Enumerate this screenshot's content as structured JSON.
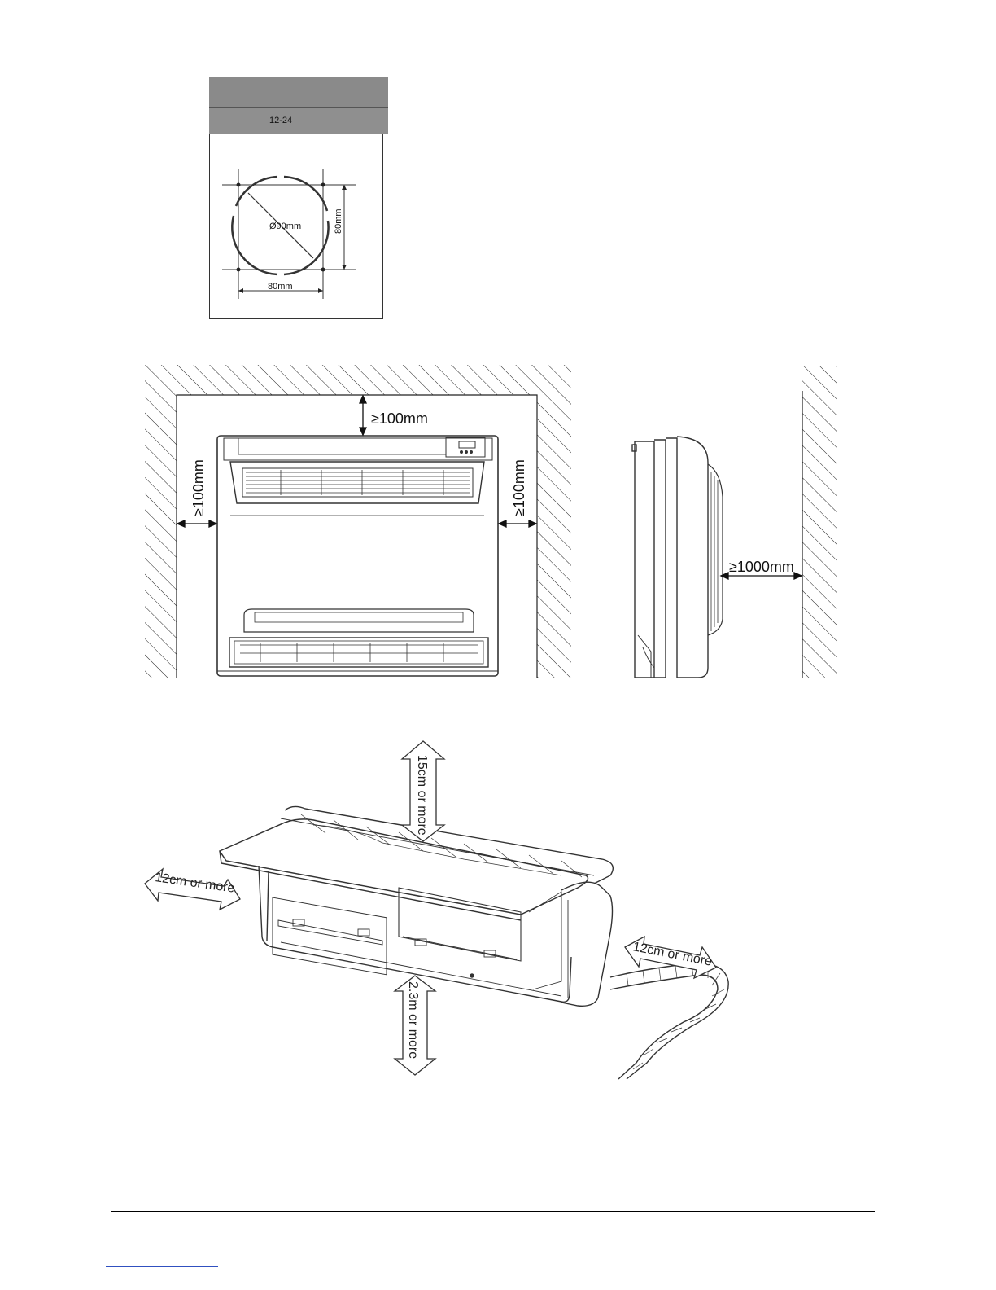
{
  "table": {
    "model_range": "12-24"
  },
  "hole_diagram": {
    "diameter_label": "Ø90mm",
    "horizontal_spacing_label": "80mm",
    "vertical_spacing_label": "80mm"
  },
  "front_clearance": {
    "top_label": "≥100mm",
    "left_label": "≥100mm",
    "right_label": "≥100mm"
  },
  "side_clearance": {
    "front_label": "≥1000mm"
  },
  "wall_unit_clearance": {
    "top_label": "15cm or more",
    "left_label": "12cm or more",
    "right_label": "12cm or more",
    "floor_label": "2.3m or more"
  }
}
